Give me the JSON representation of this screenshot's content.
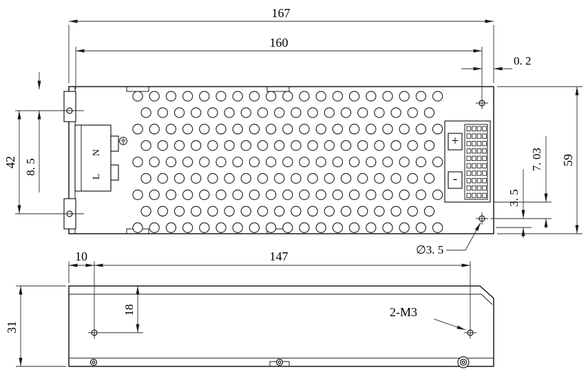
{
  "drawing": {
    "top_view": {
      "dim_total_width": "167",
      "dim_hole_span_width": "160",
      "dim_edge_gap": "0. 2",
      "dim_mount_hole_span": "42",
      "dim_hole_to_edge": "8. 5",
      "dim_total_height": "59",
      "dim_hole_offset_v": "7. 03",
      "dim_hole_offset_h": "3. 5",
      "callout_hole_diameter": "∅3. 5",
      "label_neutral": "N",
      "label_live": "L",
      "label_positive": "+",
      "label_negative": "-"
    },
    "side_view": {
      "dim_hole_left_offset": "10",
      "dim_hole_span": "147",
      "dim_hole_depth": "18",
      "dim_height": "31",
      "callout_thread": "2-M3"
    }
  }
}
